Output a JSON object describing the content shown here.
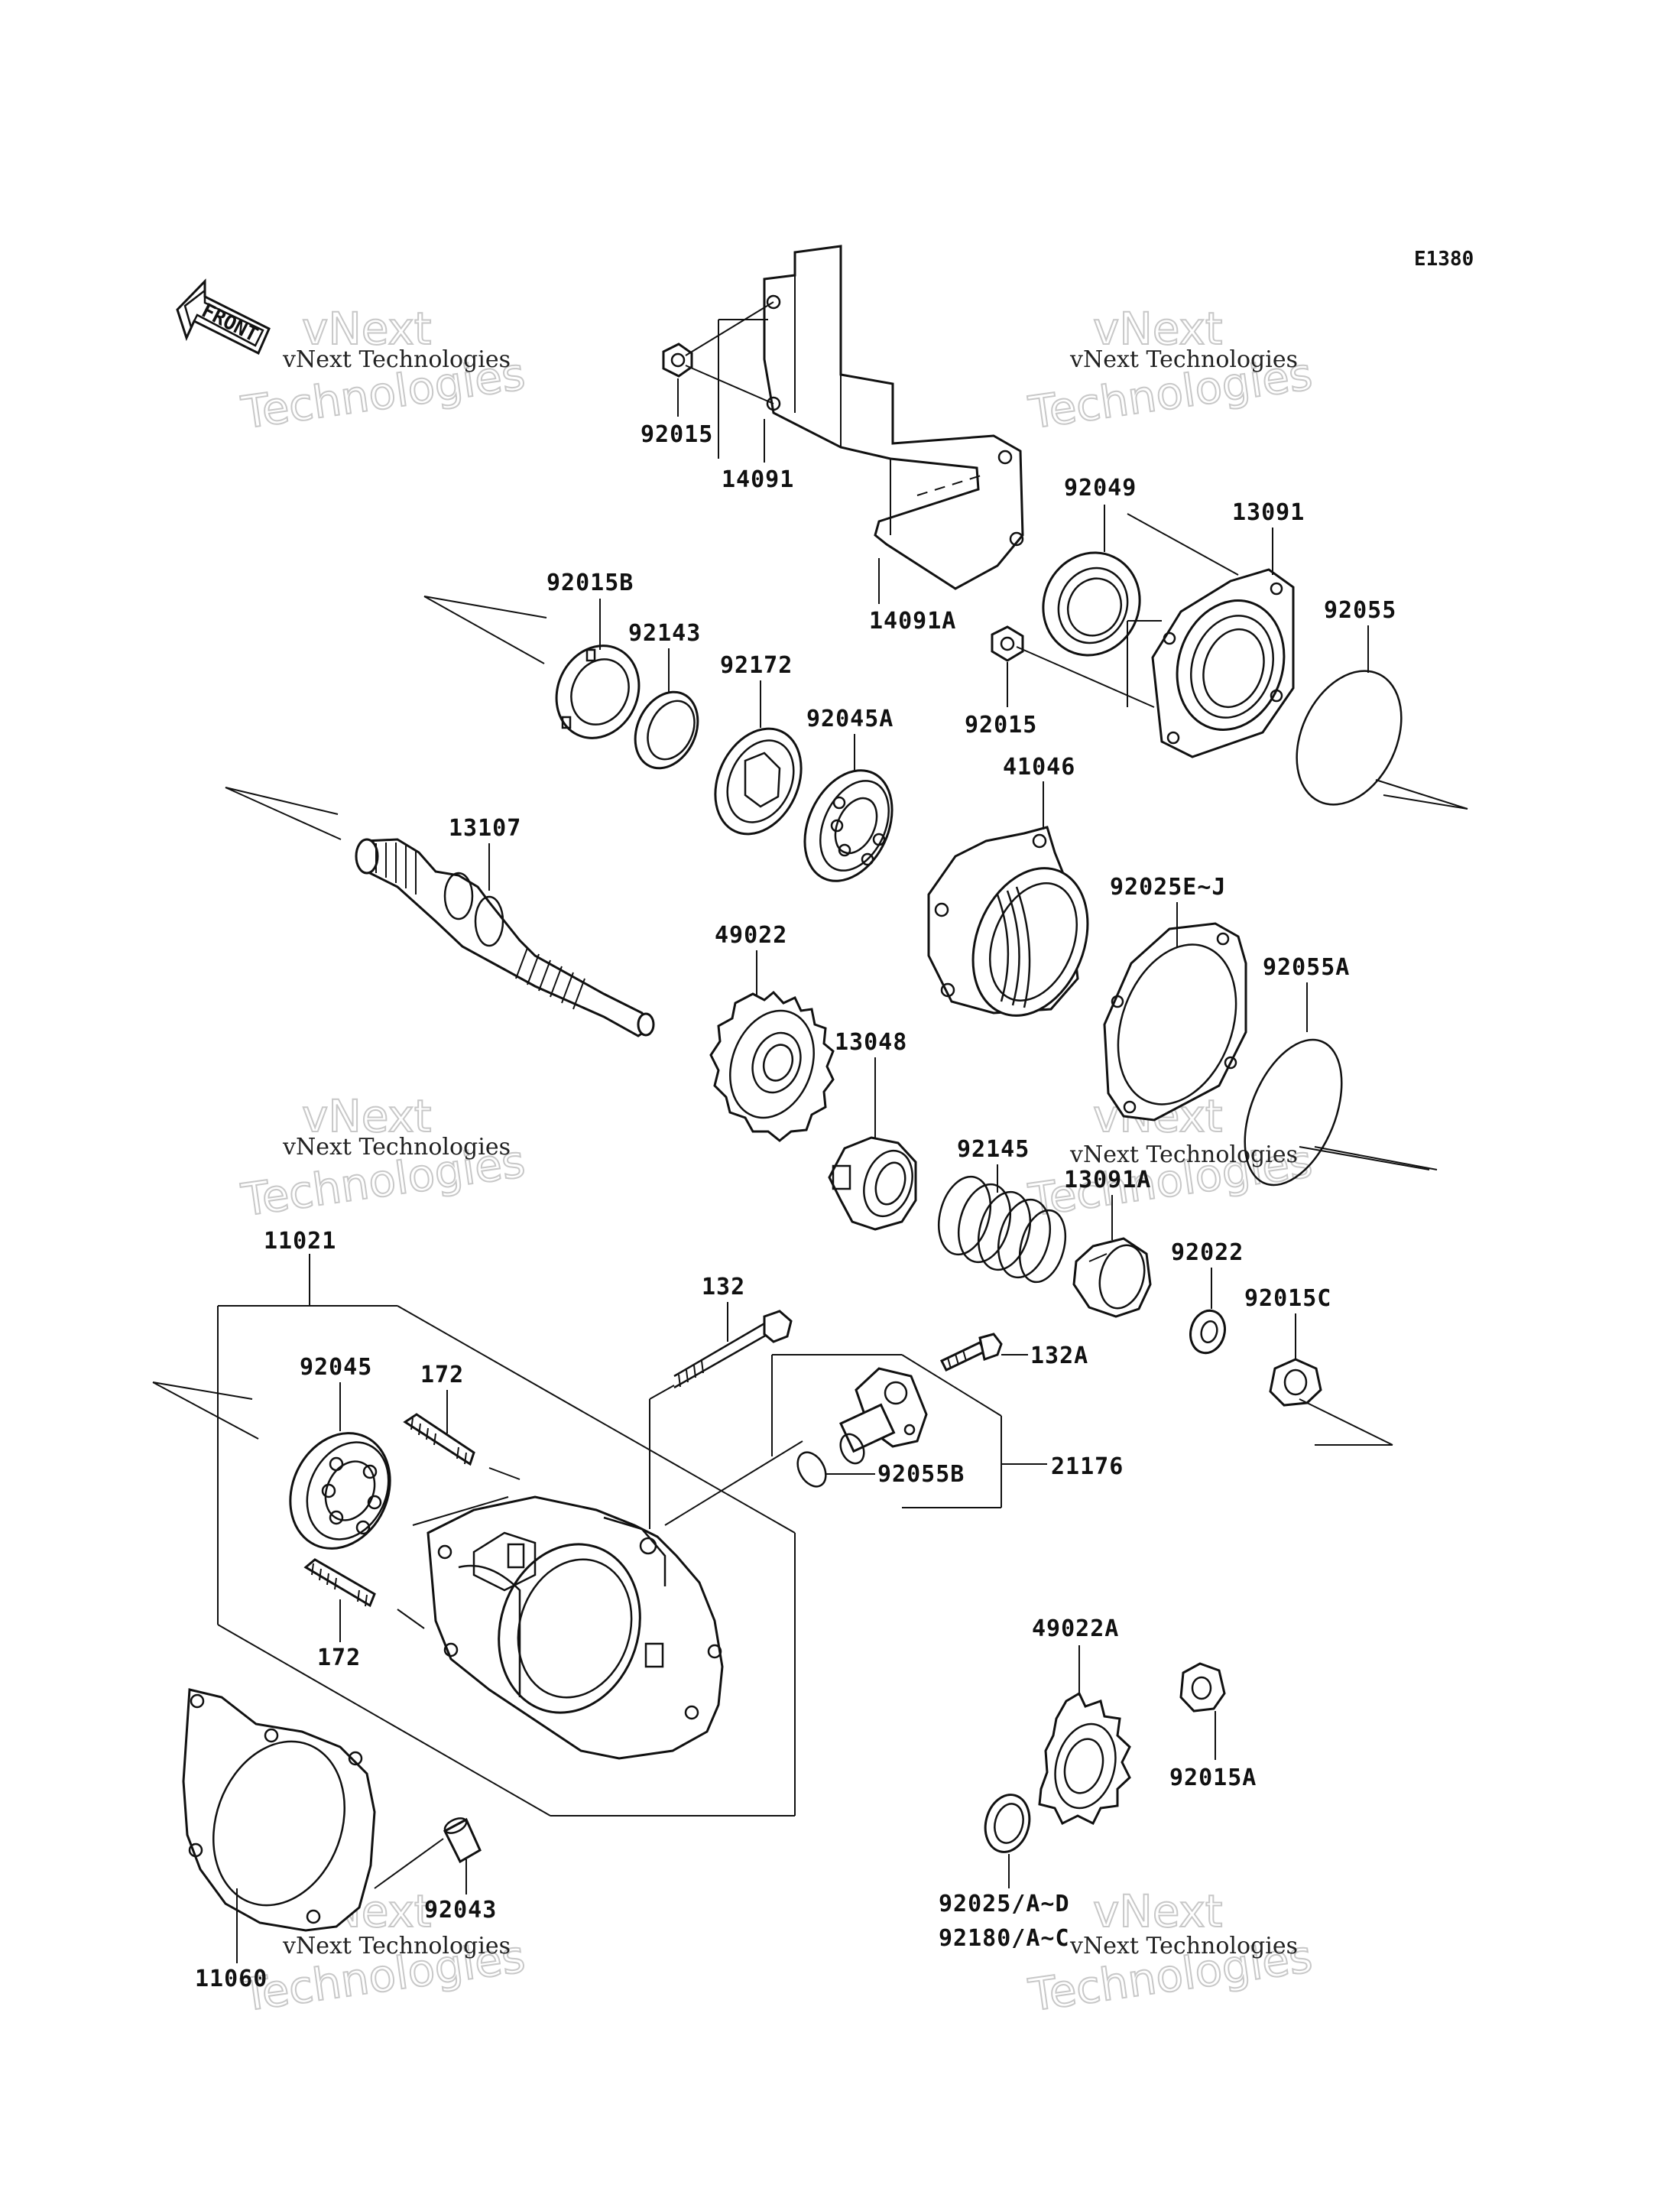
{
  "diagram_code": "E1380",
  "front_label": "FRONT",
  "watermark": {
    "line1": "vNext Technologies",
    "big1": "vNext",
    "big2": "Technologies"
  },
  "labels": {
    "p92015_top": "92015",
    "p14091": "14091",
    "p92049": "92049",
    "p13091": "13091",
    "p14091A": "14091A",
    "p92015B": "92015B",
    "p92143": "92143",
    "p92172": "92172",
    "p92045A": "92045A",
    "p92015_mid": "92015",
    "p92055": "92055",
    "p41046": "41046",
    "p13107": "13107",
    "p92025EJ": "92025E~J",
    "p49022": "49022",
    "p92055A": "92055A",
    "p13048": "13048",
    "p92145": "92145",
    "p13091A": "13091A",
    "p11021": "11021",
    "p132": "132",
    "p92022": "92022",
    "p92015C": "92015C",
    "p92045": "92045",
    "p172_top": "172",
    "p132A": "132A",
    "p21176": "21176",
    "p92055B": "92055B",
    "p172_bot": "172",
    "p49022A": "49022A",
    "p92015A": "92015A",
    "p92025AD": "92025/A~D",
    "p92180AC": "92180/A~C",
    "p11060": "11060",
    "p92043": "92043"
  }
}
